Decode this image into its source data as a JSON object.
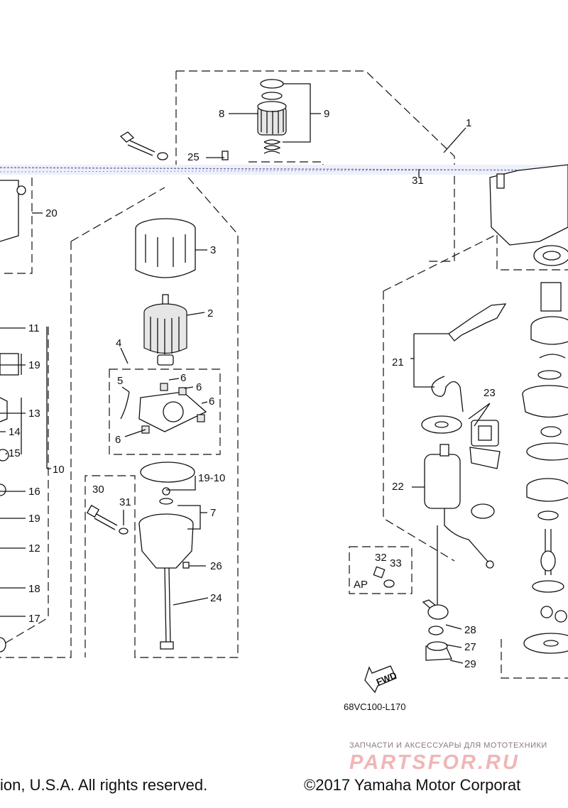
{
  "diagram": {
    "part_labels": [
      "1",
      "2",
      "3",
      "4",
      "5",
      "6",
      "6",
      "6",
      "6",
      "6",
      "7",
      "8",
      "9",
      "10",
      "11",
      "12",
      "13",
      "14",
      "15",
      "16",
      "17",
      "18",
      "19",
      "19",
      "19",
      "19-10",
      "20",
      "21",
      "22",
      "23",
      "24",
      "25",
      "26",
      "27",
      "28",
      "29",
      "30",
      "31",
      "31",
      "32",
      "33"
    ],
    "ap_label": "AP",
    "fwd_label": "FWD",
    "drawing_code": "68VC100-L170"
  },
  "footer": {
    "left_text": "ion, U.S.A. All rights reserved.",
    "right_text": "©2017 Yamaha Motor Corporat"
  },
  "watermark": {
    "tagline": "ЗАПЧАСТИ И АКСЕССУАРЫ ДЛЯ МОТОТЕХНИКИ",
    "logo_text": "PARTSFOR.RU"
  },
  "colors": {
    "line": "#111111",
    "watermark": "#f0b6b6",
    "scan_band": "#6e6ea8"
  }
}
